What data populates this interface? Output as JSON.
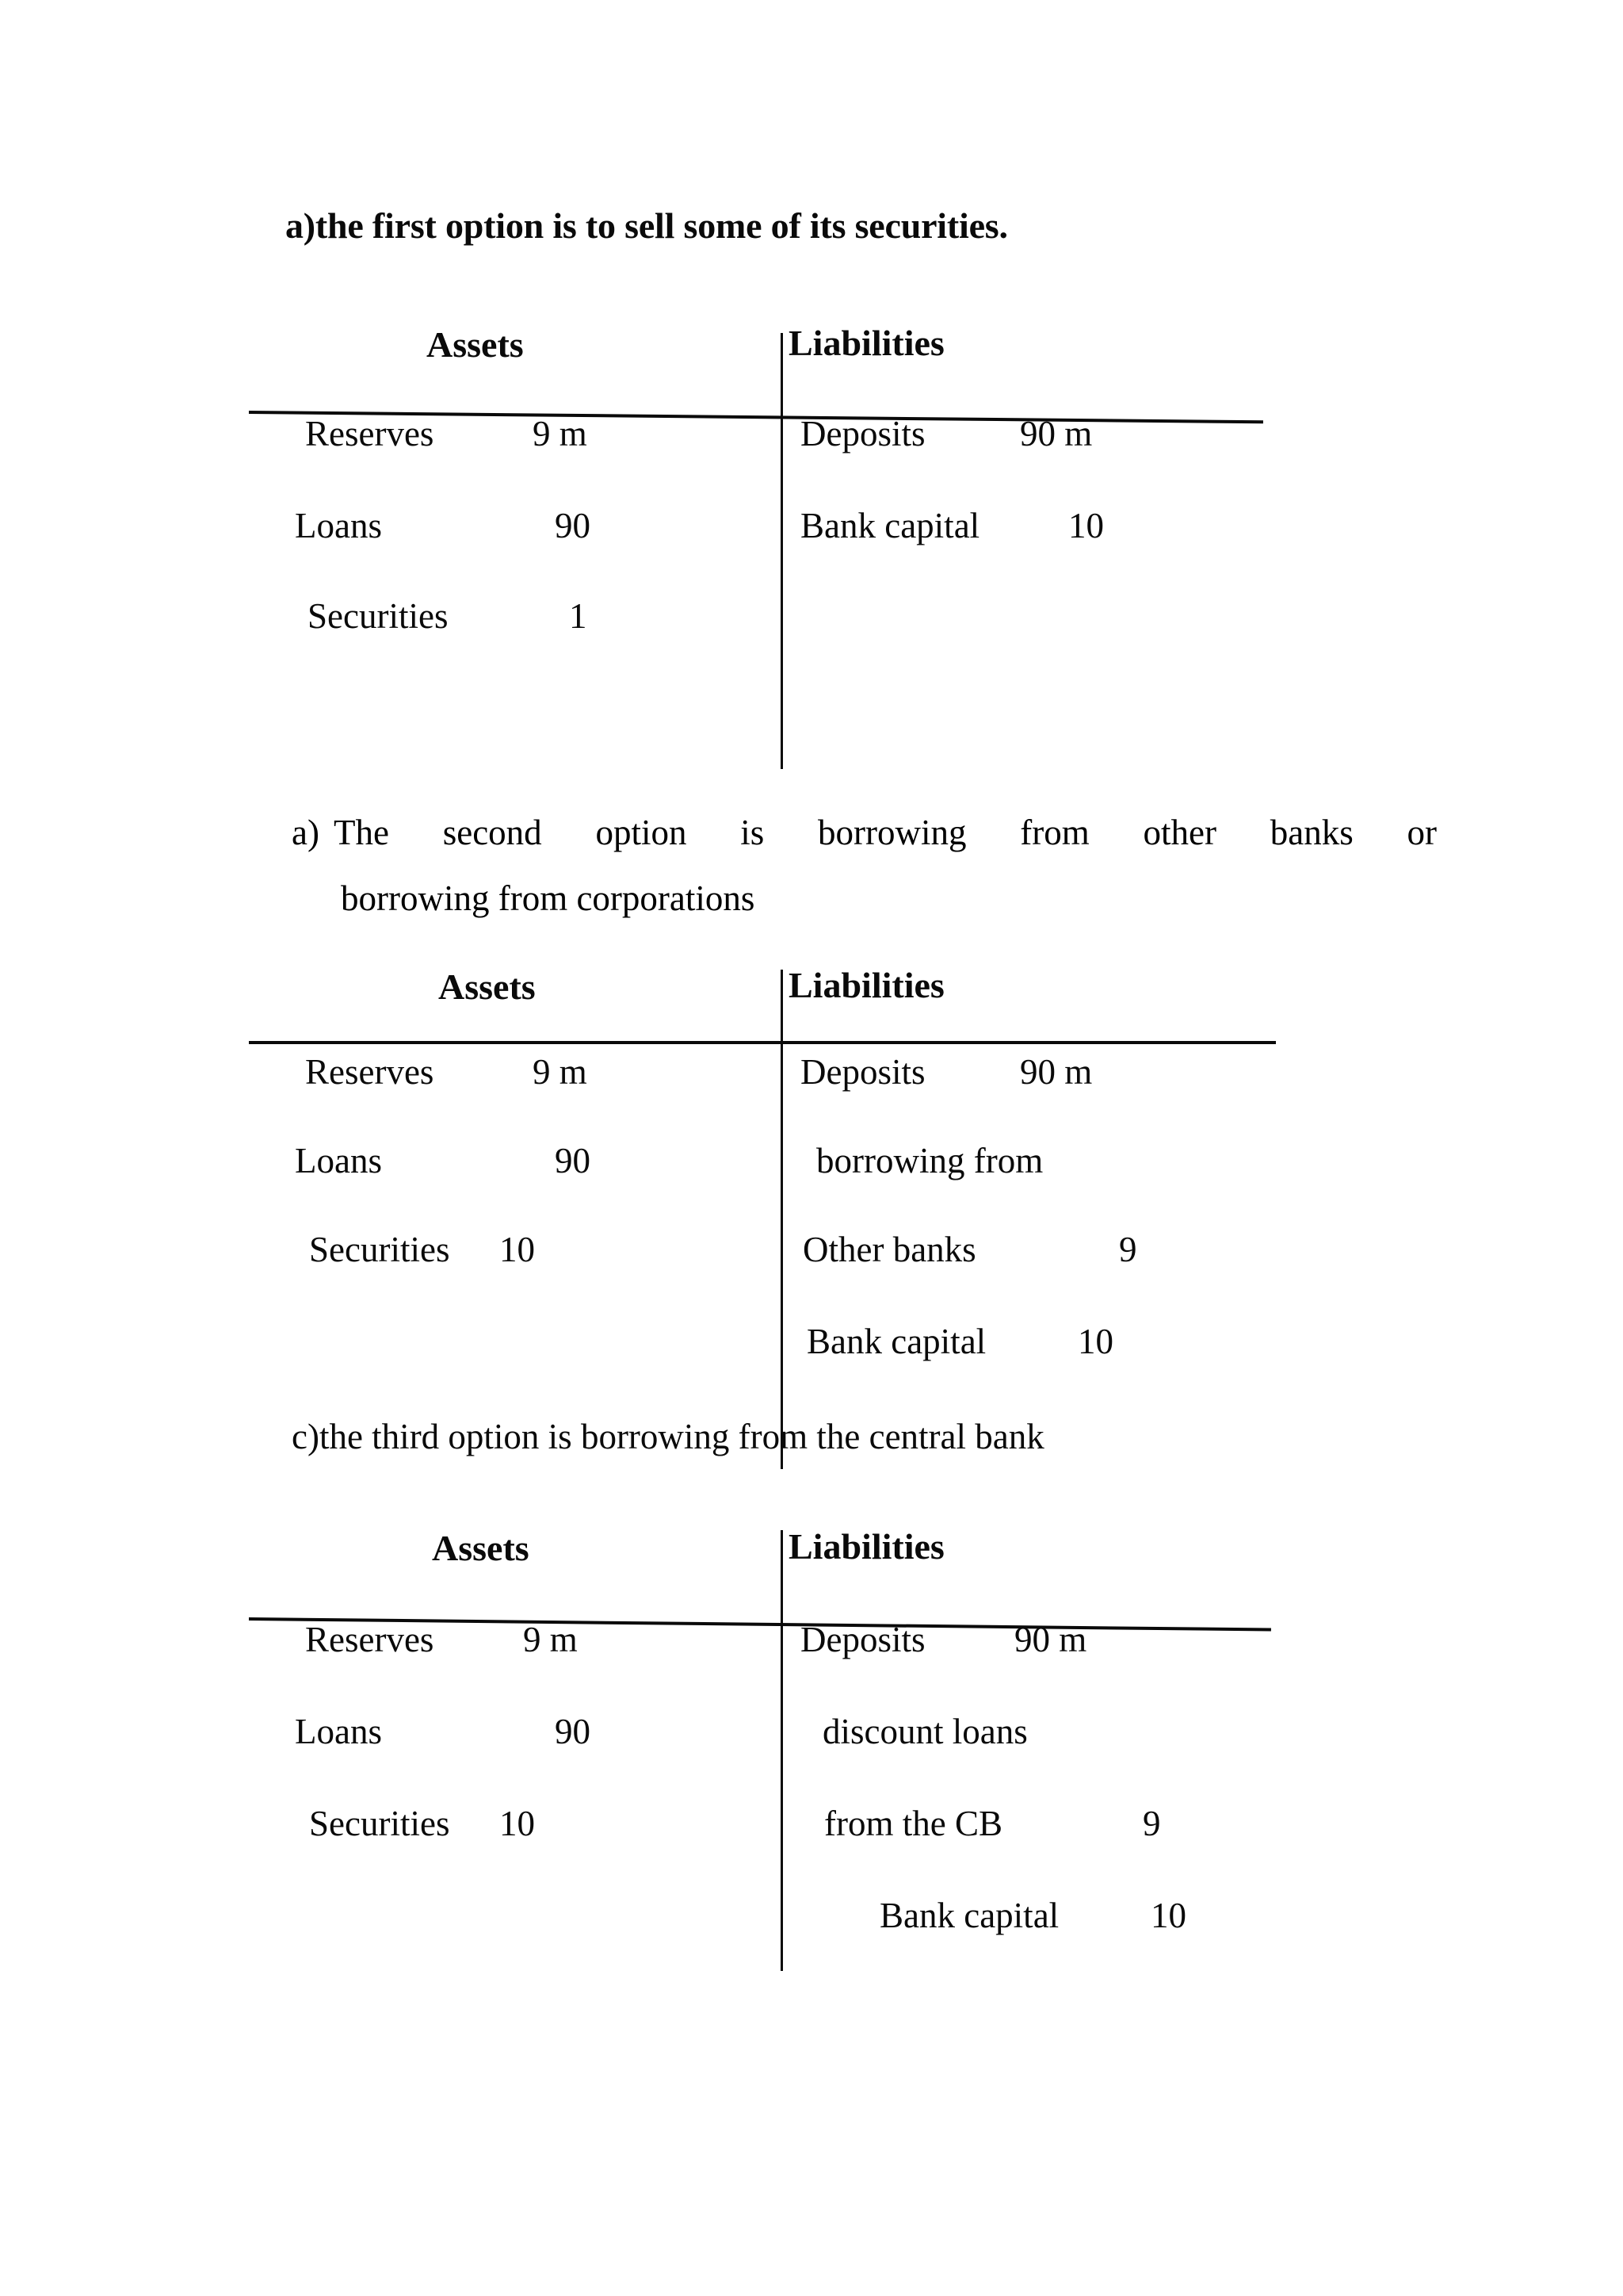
{
  "document": {
    "title": "Bank Balance Sheet Options",
    "column_headers": {
      "assets": "Assets",
      "liabilities": "Liabilities"
    }
  },
  "sections": [
    {
      "id": "option-a",
      "marker": "a)",
      "heading": "a)the first option is to sell some of its securities.",
      "bold": true,
      "table": {
        "assets_header": "Assets",
        "liabilities_header": "Liabilities",
        "assets": [
          {
            "label": "Reserves",
            "value": "9 m"
          },
          {
            "label": "Loans",
            "value": "90"
          },
          {
            "label": "Securities",
            "value": "1"
          }
        ],
        "liabilities": [
          {
            "label": "Deposits",
            "value": "90 m"
          },
          {
            "label": "Bank capital",
            "value": "10"
          }
        ]
      }
    },
    {
      "id": "option-b",
      "marker": "a)",
      "heading_line1_words": [
        "The",
        "second",
        "option",
        "is",
        "borrowing",
        "from",
        "other",
        "banks",
        "or"
      ],
      "heading_line2": "borrowing from corporations",
      "heading_full": "a) The second option is borrowing from other banks or borrowing from corporations",
      "bold": false,
      "table": {
        "assets_header": "Assets",
        "liabilities_header": "Liabilities",
        "assets": [
          {
            "label": "Reserves",
            "value": "9 m"
          },
          {
            "label": "Loans",
            "value": "90"
          },
          {
            "label": "Securities",
            "value": "10"
          }
        ],
        "liabilities": [
          {
            "label": "Deposits",
            "value": "90 m"
          },
          {
            "label": "borrowing from",
            "value": ""
          },
          {
            "label": "Other banks",
            "value": "9"
          },
          {
            "label": "Bank capital",
            "value": "10"
          }
        ]
      }
    },
    {
      "id": "option-c",
      "marker": "c)",
      "heading": "c)the third option is borrowing from the central bank",
      "bold": false,
      "table": {
        "assets_header": "Assets",
        "liabilities_header": "Liabilities",
        "assets": [
          {
            "label": "Reserves",
            "value": "9 m"
          },
          {
            "label": "Loans",
            "value": "90"
          },
          {
            "label": "Securities",
            "value": "10"
          }
        ],
        "liabilities": [
          {
            "label": "Deposits",
            "value": "90 m"
          },
          {
            "label": "discount loans",
            "value": ""
          },
          {
            "label": "from the CB",
            "value": "9"
          },
          {
            "label": "Bank capital",
            "value": "10"
          }
        ]
      }
    }
  ],
  "colors": {
    "page_background": "#ffffff",
    "ink": "#0a0a0a"
  }
}
